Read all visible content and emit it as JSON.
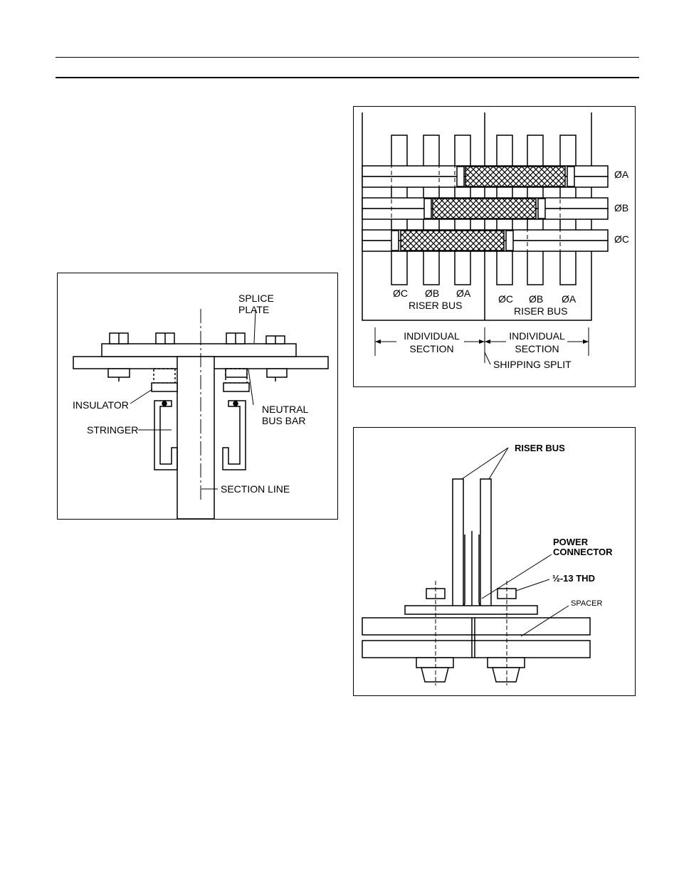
{
  "figure_left": {
    "labels": {
      "splice_plate_1": "SPLICE",
      "splice_plate_2": "PLATE",
      "insulator": "INSULATOR",
      "neutral_1": "NEUTRAL",
      "neutral_2": "BUS BAR",
      "stringer": "STRINGER",
      "section_line": "SECTION LINE"
    }
  },
  "figure_top_right": {
    "phase_labels": [
      "ØA",
      "ØB",
      "ØC"
    ],
    "riser_left": [
      "ØC",
      "ØB",
      "ØA"
    ],
    "riser_right": [
      "ØC",
      "ØB",
      "ØA"
    ],
    "riser_bus_label": "RISER BUS",
    "individual_1": "INDIVIDUAL",
    "section": "SECTION",
    "shipping_split": "SHIPPING SPLIT"
  },
  "figure_bottom_right": {
    "labels": {
      "riser_bus": "RISER BUS",
      "power_1": "POWER",
      "power_2": "CONNECTOR",
      "thread": "½-13 THD",
      "spacer": "SPACER"
    }
  }
}
